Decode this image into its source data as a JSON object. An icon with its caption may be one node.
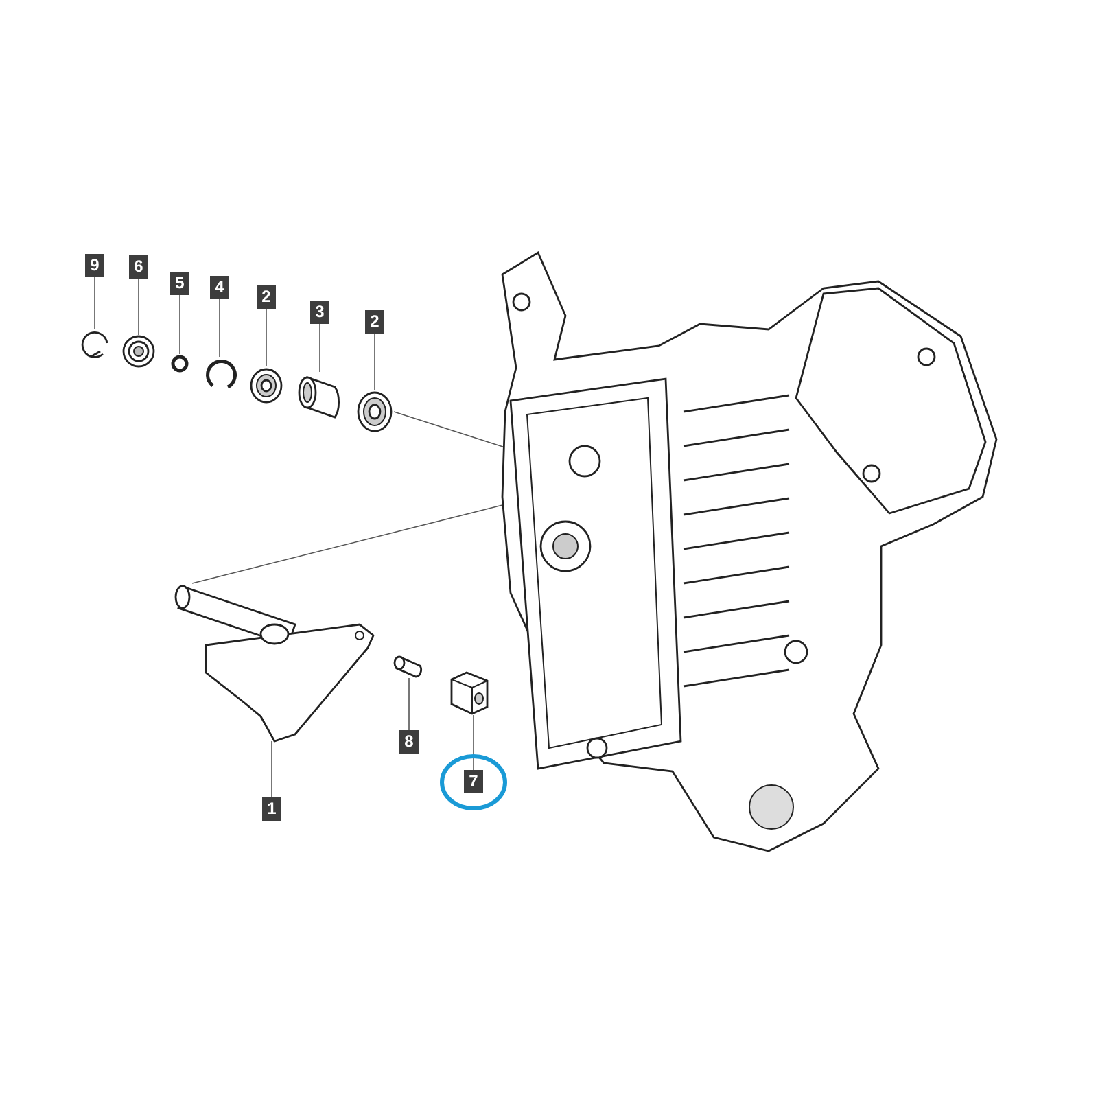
{
  "diagram": {
    "nodes": [
      {
        "text": [
          "9"
        ]
      },
      {
        "text": [
          "6"
        ]
      },
      {
        "text": [
          "5"
        ]
      },
      {
        "text": [
          "4"
        ]
      },
      {
        "text": [
          "2"
        ]
      },
      {
        "text": [
          "3"
        ]
      },
      {
        "text": [
          "2"
        ]
      },
      {
        "text": [
          "8"
        ]
      },
      {
        "text": [
          "7"
        ]
      },
      {
        "text": [
          "1"
        ]
      },
      {
        "text": [],
        "shape": "picture"
      },
      {
        "text": [],
        "shape": "picture"
      },
      {
        "text": [],
        "shape": "circle"
      },
      {
        "text": [],
        "shape": "picture"
      },
      {
        "text": [],
        "shape": "picture"
      },
      {
        "text": [],
        "shape": "picture"
      },
      {
        "text": [],
        "shape": "picture"
      },
      {
        "text": [],
        "shape": "picture"
      },
      {
        "text": [],
        "shape": "picture"
      },
      {
        "text": [],
        "shape": "picture"
      },
      {
        "text": [],
        "shape": "picture"
      }
    ],
    "edges": [
      {
        "from": 0,
        "to": 10,
        "arrow": "none"
      },
      {
        "from": 1,
        "to": 11,
        "arrow": "none"
      },
      {
        "from": 2,
        "to": 12,
        "arrow": "none"
      },
      {
        "from": 3,
        "to": 13,
        "arrow": "none"
      },
      {
        "from": 4,
        "to": 14,
        "arrow": "none"
      },
      {
        "from": 5,
        "to": 15,
        "arrow": "none"
      },
      {
        "from": 6,
        "to": 16,
        "arrow": "none"
      },
      {
        "from": 7,
        "to": 17,
        "arrow": "none"
      },
      {
        "from": 8,
        "to": 18,
        "arrow": "none"
      },
      {
        "from": 9,
        "to": 19,
        "arrow": "none"
      },
      {
        "from": 16,
        "to": 20,
        "arrow": "none"
      },
      {
        "from": 19,
        "to": 20,
        "arrow": "none"
      }
    ]
  }
}
